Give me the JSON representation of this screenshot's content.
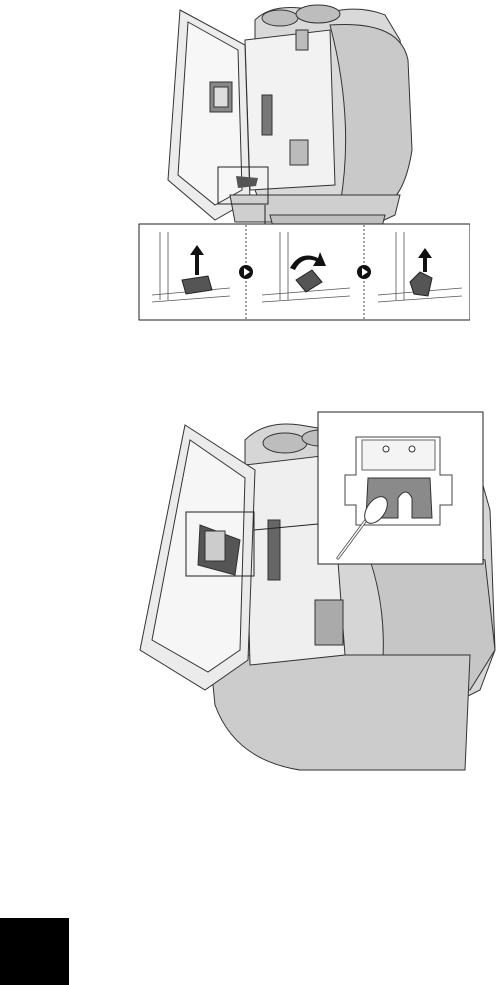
{
  "figures": [
    {
      "subject": "device-side-door-open-with-detail-strip",
      "detail_steps": 3
    },
    {
      "subject": "device-side-door-open-with-swab-cleaning-callout"
    }
  ],
  "page_tab": {
    "color": "#000000"
  }
}
